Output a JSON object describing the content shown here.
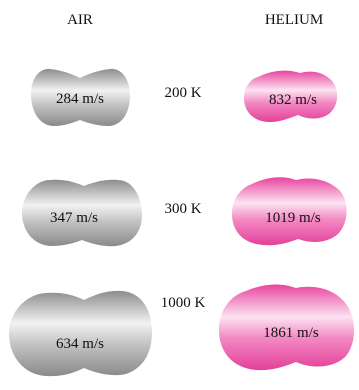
{
  "headers": {
    "left": "AIR",
    "right": "HELIUM"
  },
  "rows": [
    {
      "temperature": "200 K",
      "air": "284 m/s",
      "helium": "832 m/s"
    },
    {
      "temperature": "300 K",
      "air": "347 m/s",
      "helium": "1019 m/s"
    },
    {
      "temperature": "1000 K",
      "air": "634 m/s",
      "helium": "1861 m/s"
    }
  ],
  "colors": {
    "air": "#9a9a9a",
    "air_light": "#eeeeee",
    "helium": "#ea4fa6",
    "helium_light": "#fde8f4"
  }
}
